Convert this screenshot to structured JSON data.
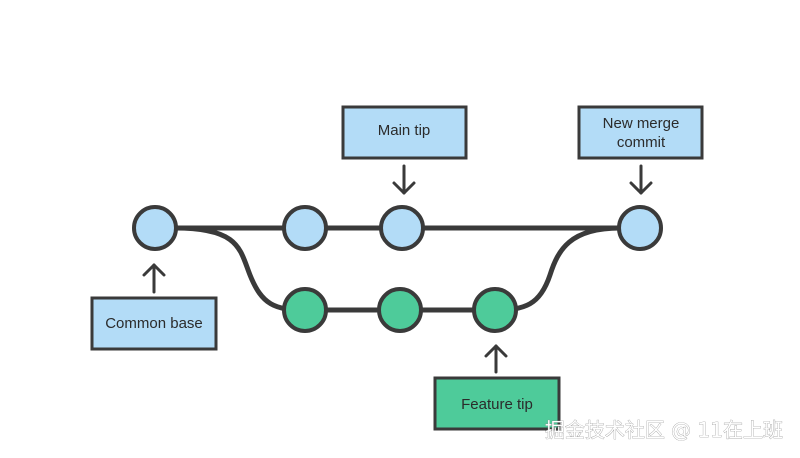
{
  "diagram": {
    "labels": {
      "main_tip": "Main tip",
      "new_merge_commit_line1": "New merge",
      "new_merge_commit_line2": "commit",
      "common_base": "Common base",
      "feature_tip": "Feature tip"
    },
    "colors": {
      "main_commit": "#b3dcf7",
      "feature_commit": "#4ecb9a",
      "line": "#3a3a3a",
      "label_box_blue": "#b3dcf7",
      "label_box_green": "#4ecb9a"
    }
  },
  "watermark": "掘金技术社区 @ 11在上班"
}
